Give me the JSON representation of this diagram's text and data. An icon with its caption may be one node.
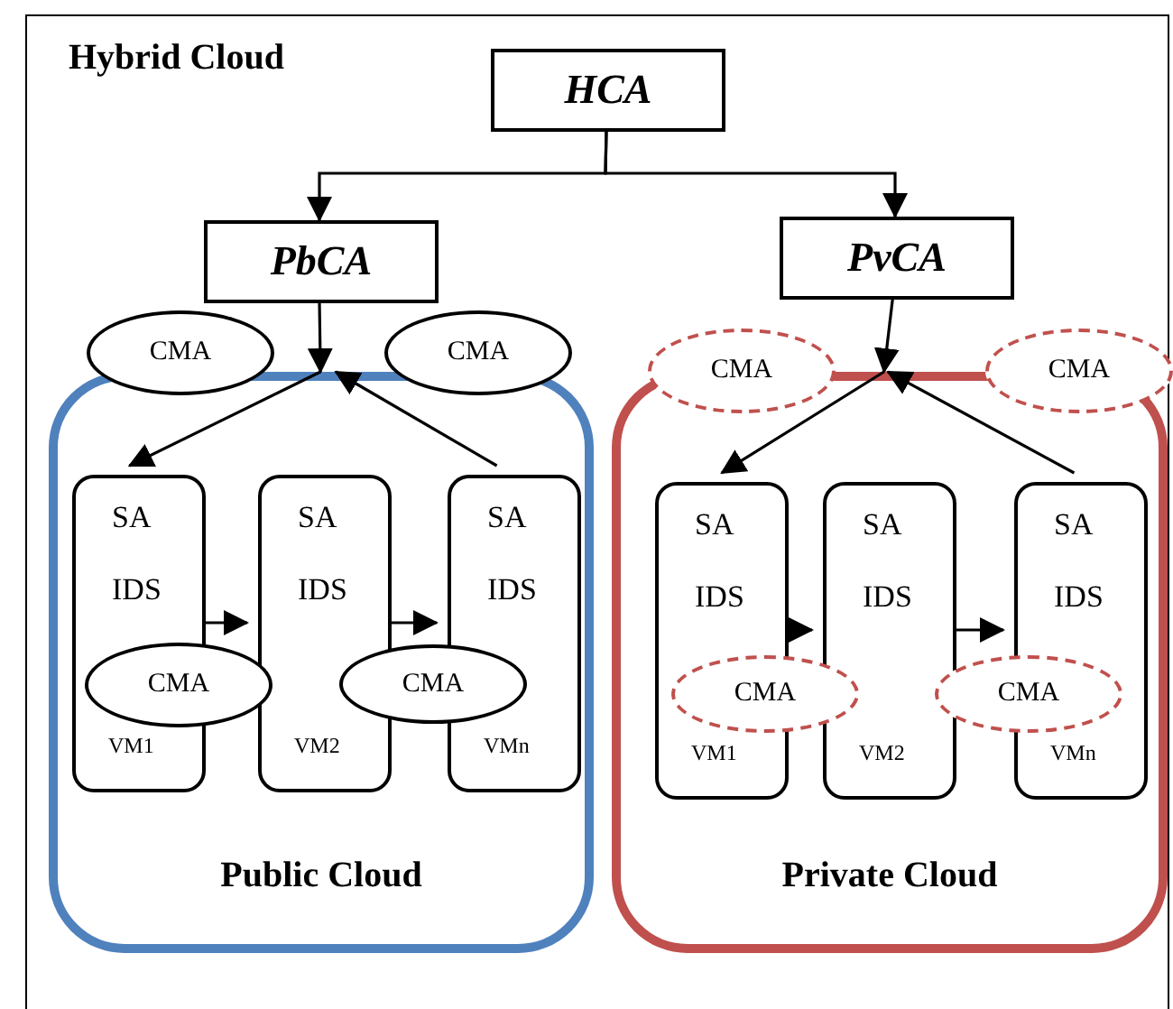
{
  "diagram": {
    "nodes": [
      {
        "text": [
          "Hybrid Cloud"
        ]
      },
      {
        "text": [
          "HCA"
        ],
        "in": 0
      },
      {
        "text": [
          "PbCA"
        ],
        "in": 0
      },
      {
        "text": [
          "PvCA"
        ],
        "in": 0
      },
      {
        "text": [
          "Public Cloud"
        ],
        "in": 0
      },
      {
        "text": [
          "CMA"
        ],
        "in": 0
      },
      {
        "text": [
          "CMA"
        ],
        "in": 0
      },
      {
        "text": [
          "SA",
          "IDS",
          "VM1"
        ],
        "in": 4
      },
      {
        "text": [
          "SA",
          "IDS",
          "VM2"
        ],
        "in": 4
      },
      {
        "text": [
          "SA",
          "IDS",
          "VMn"
        ],
        "in": 4
      },
      {
        "text": [
          "CMA"
        ],
        "in": 4
      },
      {
        "text": [
          "CMA"
        ],
        "in": 4
      },
      {
        "text": [
          "Private Cloud"
        ],
        "in": 0
      },
      {
        "text": [
          "CMA"
        ],
        "in": 0
      },
      {
        "text": [
          "CMA"
        ],
        "in": 0
      },
      {
        "text": [
          "SA",
          "IDS",
          "VM1"
        ],
        "in": 12
      },
      {
        "text": [
          "SA",
          "IDS",
          "VM2"
        ],
        "in": 12
      },
      {
        "text": [
          "SA",
          "IDS",
          "VMn"
        ],
        "in": 12
      },
      {
        "text": [
          "CMA"
        ],
        "in": 12
      },
      {
        "text": [
          "CMA"
        ],
        "in": 12
      }
    ],
    "edges": [
      {
        "from": 1,
        "to": 2,
        "arrow": "to"
      },
      {
        "from": 1,
        "to": 3,
        "arrow": "to"
      },
      {
        "from": 2,
        "to": 4,
        "arrow": "to"
      },
      {
        "from": 4,
        "to": 7,
        "arrow": "to"
      },
      {
        "from": 9,
        "to": 4,
        "arrow": "to"
      },
      {
        "from": 7,
        "to": 8,
        "arrow": "to"
      },
      {
        "from": 8,
        "to": 9,
        "arrow": "to"
      },
      {
        "from": 3,
        "to": 12,
        "arrow": "to"
      },
      {
        "from": 12,
        "to": 15,
        "arrow": "to"
      },
      {
        "from": 17,
        "to": 12,
        "arrow": "to"
      },
      {
        "from": 15,
        "to": 16,
        "arrow": "to"
      },
      {
        "from": 16,
        "to": 17,
        "arrow": "to"
      }
    ]
  }
}
